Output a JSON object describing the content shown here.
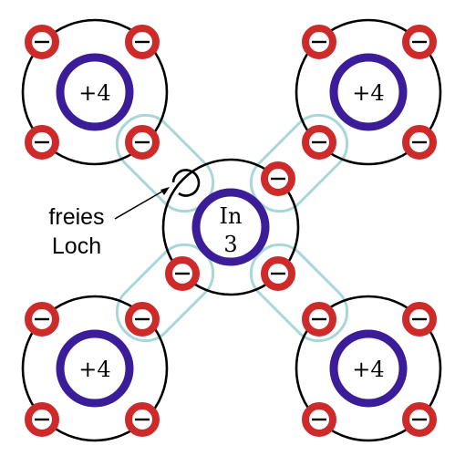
{
  "diagram": {
    "outer_atom_charge": "+4",
    "center_atom_symbol": "In",
    "center_atom_valence": "3",
    "hole_label_line1": "freies",
    "hole_label_line2": "Loch",
    "electron_sign": "−"
  },
  "colors": {
    "nucleus_ring": "#3b1d9a",
    "electron_ring": "#cf2a2a",
    "bond_outline": "#a9d6d6",
    "shell": "#000000"
  }
}
